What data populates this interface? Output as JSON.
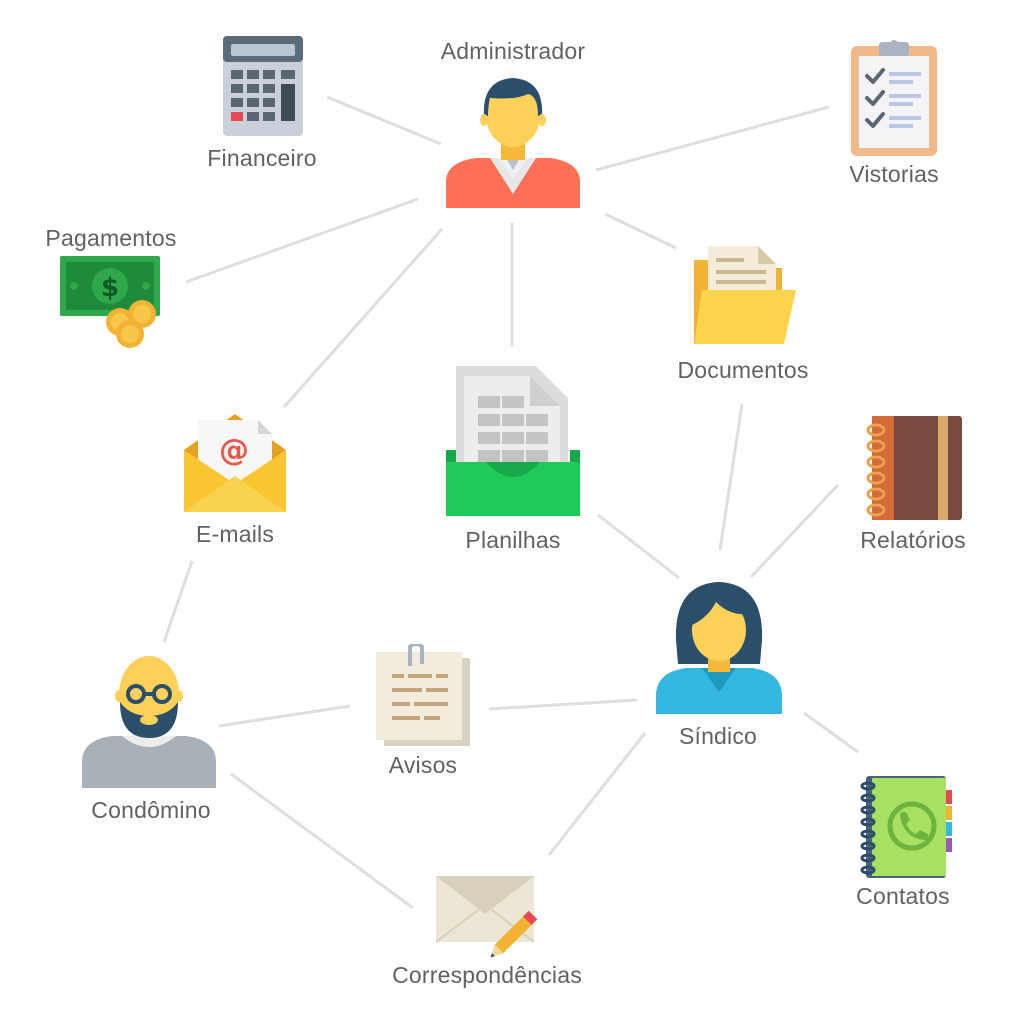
{
  "nodes": {
    "administrador": {
      "label": "Administrador",
      "icon": "admin-person-icon"
    },
    "financeiro": {
      "label": "Financeiro",
      "icon": "calculator-icon"
    },
    "vistorias": {
      "label": "Vistorias",
      "icon": "clipboard-checklist-icon"
    },
    "pagamentos": {
      "label": "Pagamentos",
      "icon": "money-coins-icon"
    },
    "documentos": {
      "label": "Documentos",
      "icon": "folder-documents-icon"
    },
    "emails": {
      "label": "E-mails",
      "icon": "email-envelope-icon"
    },
    "planilhas": {
      "label": "Planilhas",
      "icon": "spreadsheet-tray-icon"
    },
    "relatorios": {
      "label": "Relatórios",
      "icon": "notebook-icon"
    },
    "sindico": {
      "label": "Síndico",
      "icon": "woman-person-icon"
    },
    "condomino": {
      "label": "Condômino",
      "icon": "bearded-man-icon"
    },
    "avisos": {
      "label": "Avisos",
      "icon": "note-clip-icon"
    },
    "contatos": {
      "label": "Contatos",
      "icon": "address-book-icon"
    },
    "correspondencias": {
      "label": "Correspondências",
      "icon": "envelope-pen-icon"
    }
  },
  "edges": [
    [
      "administrador",
      "financeiro"
    ],
    [
      "administrador",
      "vistorias"
    ],
    [
      "administrador",
      "pagamentos"
    ],
    [
      "administrador",
      "documentos"
    ],
    [
      "administrador",
      "emails"
    ],
    [
      "administrador",
      "planilhas"
    ],
    [
      "planilhas",
      "sindico"
    ],
    [
      "documentos",
      "sindico"
    ],
    [
      "relatorios",
      "sindico"
    ],
    [
      "emails",
      "condomino"
    ],
    [
      "condomino",
      "avisos"
    ],
    [
      "avisos",
      "sindico"
    ],
    [
      "sindico",
      "contatos"
    ],
    [
      "sindico",
      "correspondencias"
    ],
    [
      "condomino",
      "correspondencias"
    ]
  ],
  "colors": {
    "line": "#dedede",
    "label": "#616161"
  }
}
